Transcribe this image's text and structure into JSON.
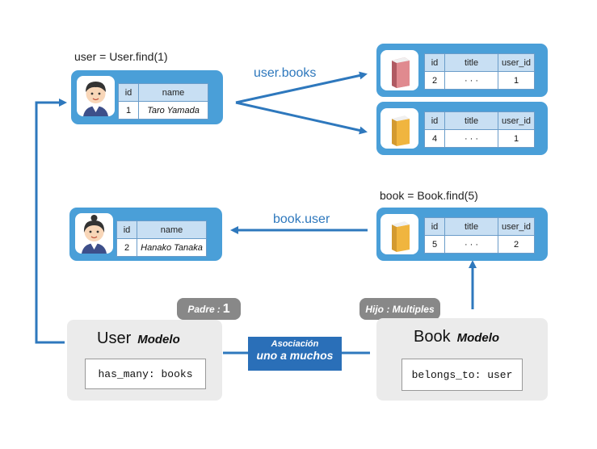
{
  "labels": {
    "user_find": "user = User.find(1)",
    "book_find": "book = Book.find(5)",
    "user_books": "user.books",
    "book_user": "book.user"
  },
  "user_tables": [
    {
      "headers": [
        "id",
        "name"
      ],
      "row": [
        "1",
        "Taro Yamada"
      ]
    },
    {
      "headers": [
        "id",
        "name"
      ],
      "row": [
        "2",
        "Hanako Tanaka"
      ]
    }
  ],
  "book_tables": [
    {
      "headers": [
        "id",
        "title",
        "user_id"
      ],
      "row": [
        "2",
        "· · ·",
        "1"
      ],
      "book_color": "#e08a8f"
    },
    {
      "headers": [
        "id",
        "title",
        "user_id"
      ],
      "row": [
        "4",
        "· · ·",
        "1"
      ],
      "book_color": "#f0b53f"
    },
    {
      "headers": [
        "id",
        "title",
        "user_id"
      ],
      "row": [
        "5",
        "· · ·",
        "2"
      ],
      "book_color": "#f0b53f"
    }
  ],
  "models": {
    "user": {
      "name": "User",
      "tag": "Modelo",
      "code": "has_many: books"
    },
    "book": {
      "name": "Book",
      "tag": "Modelo",
      "code": "belongs_to: user"
    }
  },
  "pills": {
    "padre_label": "Padre",
    "padre_sep": ":",
    "padre_value": "1",
    "hijo": "Hijo : Multiples"
  },
  "association": {
    "line1": "Asociación",
    "line2": "uno a muchos"
  },
  "colors": {
    "card": "#4a9fd8",
    "arrow": "#2e78bd",
    "assoc": "#2a6fb8",
    "pill": "#888888",
    "model_bg": "#ebebeb"
  },
  "icons": [
    "male-user-avatar-icon",
    "female-user-avatar-icon",
    "book-icon"
  ]
}
